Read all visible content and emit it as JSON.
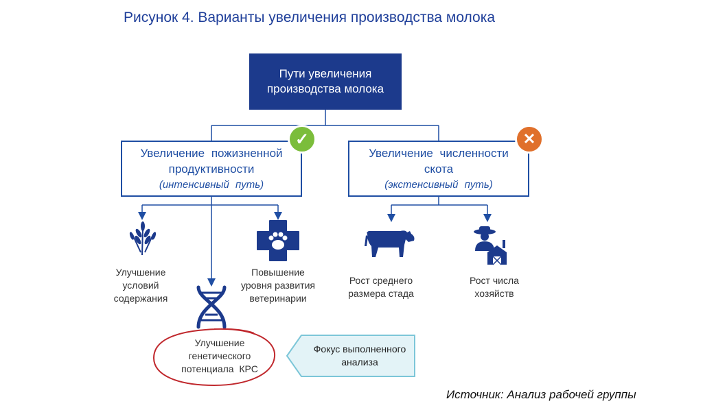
{
  "title": "Рисунок 4. Варианты увеличения производства молока",
  "root": {
    "line1": "Пути увеличения",
    "line2": "производства молока"
  },
  "left_branch": {
    "line1": "Увеличение пожизненной",
    "line2": "продуктивности",
    "sub": "(интенсивный путь)",
    "badge": "✓"
  },
  "right_branch": {
    "line1": "Увеличение численности",
    "line2": "скота",
    "sub": "(экстенсивный путь)",
    "badge": "✕"
  },
  "leaves": {
    "conditions": {
      "line1": "Улучшение",
      "line2": "условий",
      "line3": "содержания",
      "icon": "wheat-icon"
    },
    "vet": {
      "line1": "Повышение",
      "line2": "уровня развития",
      "line3": "ветеринарии",
      "icon": "vet-cross-icon"
    },
    "genetic": {
      "line1": "Улучшение",
      "line2": "генетического",
      "line3": "потенциала  КРС",
      "icon": "dna-icon"
    },
    "herd": {
      "line1": "Рост среднего",
      "line2": "размера стада",
      "icon": "cow-icon"
    },
    "farms": {
      "line1": "Рост числа",
      "line2": "хозяйств",
      "icon": "farmer-icon"
    }
  },
  "focus": {
    "line1": "Фокус выполненного",
    "line2": "анализа"
  },
  "source": "Источник: Анализ рабочей группы",
  "colors": {
    "dark_blue": "#1c3a8c",
    "line_blue": "#1f4ea3",
    "check_green": "#7bbd3b",
    "cross_orange": "#e0702b",
    "highlight_red": "#c0282d",
    "focus_fill": "#e3f3f7",
    "focus_border": "#7cc6d8"
  }
}
